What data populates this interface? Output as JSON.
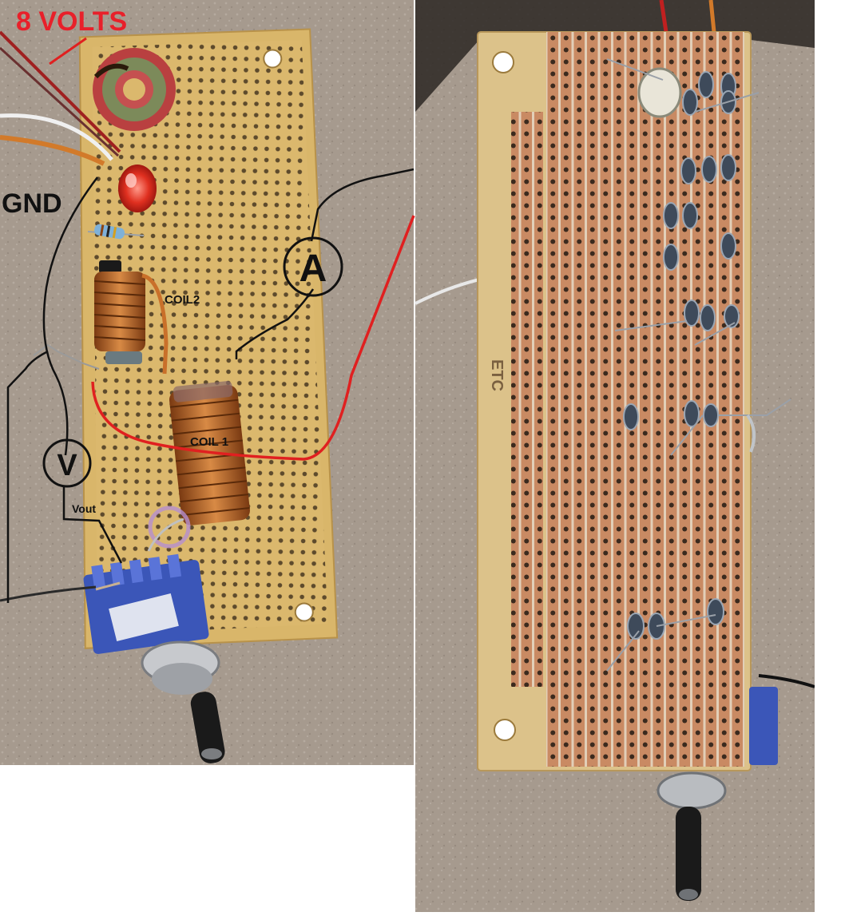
{
  "annotations": {
    "supply_label": "8 VOLTS",
    "ground_label": "GND",
    "coil2_label": "COIL2",
    "coil1_label": "COIL 1",
    "vout_label": "Vout",
    "ammeter_symbol": "A",
    "voltmeter_symbol": "V"
  },
  "colors": {
    "background": "#ffffff",
    "carpet": "#a79a8e",
    "pcb": "#d9b66a",
    "copper_strip": "#c98a63",
    "red_wire": "#e02020",
    "black_wire": "#111111",
    "label_red": "#e8202a",
    "label_black": "#111111",
    "switch_blue": "#3b56b8"
  },
  "photos": [
    {
      "name": "component-side",
      "view": "front"
    },
    {
      "name": "solder-side",
      "view": "back"
    }
  ],
  "pcb_marking": "ETC"
}
